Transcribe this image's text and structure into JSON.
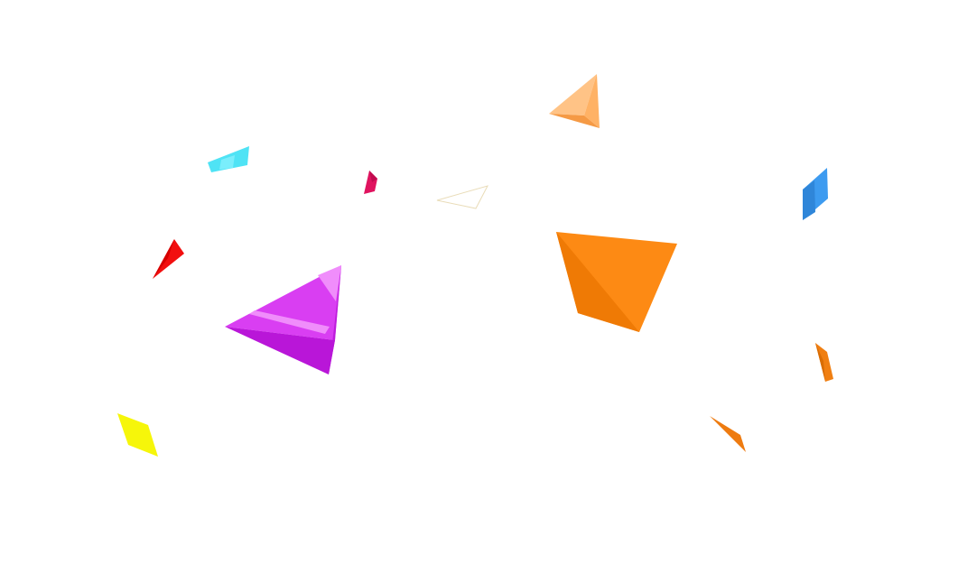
{
  "scene": {
    "background": "#ffffff",
    "shards": [
      {
        "name": "cyan-shard",
        "base": "#4fe3f5",
        "light": "#7aeefc",
        "dark": "#33c9e6"
      },
      {
        "name": "magenta-small-shard",
        "base": "#e0135f",
        "light": "#f23b7c",
        "dark": "#c20a4f"
      },
      {
        "name": "outline-triangle-shard",
        "base": "#f3ead0",
        "light": "#f8f2e0",
        "dark": "#e9dcb8"
      },
      {
        "name": "peach-pyramid-shard",
        "base": "#ffb265",
        "light": "#ffc386",
        "dark": "#f59a45"
      },
      {
        "name": "blue-shard",
        "base": "#3d9bf0",
        "light": "#5aaef5",
        "dark": "#2f86d9"
      },
      {
        "name": "red-shard",
        "base": "#f20f0f",
        "light": "#ff3030",
        "dark": "#d60000"
      },
      {
        "name": "violet-pyramid-shard",
        "base": "#d93ef2",
        "light": "#f08dfb",
        "dark": "#b916d8"
      },
      {
        "name": "orange-large-shard",
        "base": "#fd8a14",
        "light": "#ff9b30",
        "dark": "#ef7a05"
      },
      {
        "name": "orange-sliver-shard",
        "base": "#f07f12",
        "light": "#f99530",
        "dark": "#d96d05"
      },
      {
        "name": "orange-thin-shard",
        "base": "#ee7b10",
        "light": "#f8922a",
        "dark": "#d66a04"
      },
      {
        "name": "yellow-shard",
        "base": "#f6f60a",
        "light": "#ffff40",
        "dark": "#e2e200"
      }
    ]
  }
}
